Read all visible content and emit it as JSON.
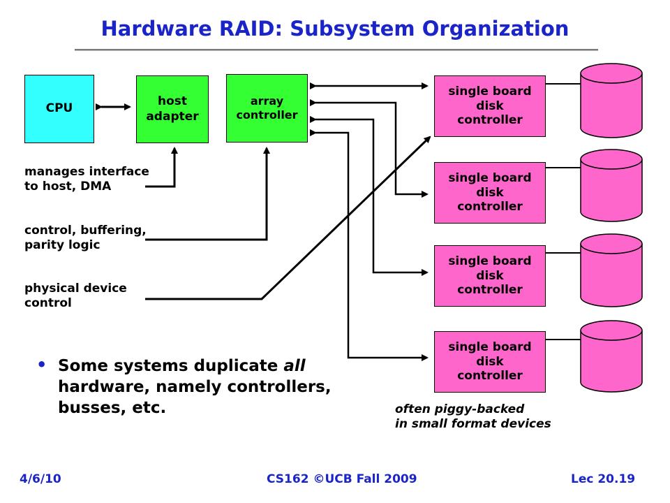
{
  "title": "Hardware RAID: Subsystem Organization",
  "boxes": {
    "cpu": "CPU",
    "host_adapter": "host\nadapter",
    "array_controller": "array\ncontroller",
    "disk_controllers": [
      "single board\ndisk\ncontroller",
      "single board\ndisk\ncontroller",
      "single board\ndisk\ncontroller",
      "single board\ndisk\ncontroller"
    ]
  },
  "labels": {
    "host_adapter_role": "manages interface\nto host, DMA",
    "array_controller_role": "control, buffering,\nparity logic",
    "disk_controller_role": "physical device\ncontrol"
  },
  "note": "often piggy-backed\nin small format devices",
  "bullet": {
    "marker": "•",
    "text_before": "Some systems duplicate ",
    "text_emphasis": "all",
    "text_after": " hardware, namely controllers, busses, etc."
  },
  "footer": {
    "date": "4/6/10",
    "course": "CS162 ©UCB Fall 2009",
    "lecture": "Lec 20.19"
  },
  "colors": {
    "title": "#1a24c8",
    "cpu": "#33ffff",
    "controller": "#33ff33",
    "disk": "#ff66cc"
  }
}
